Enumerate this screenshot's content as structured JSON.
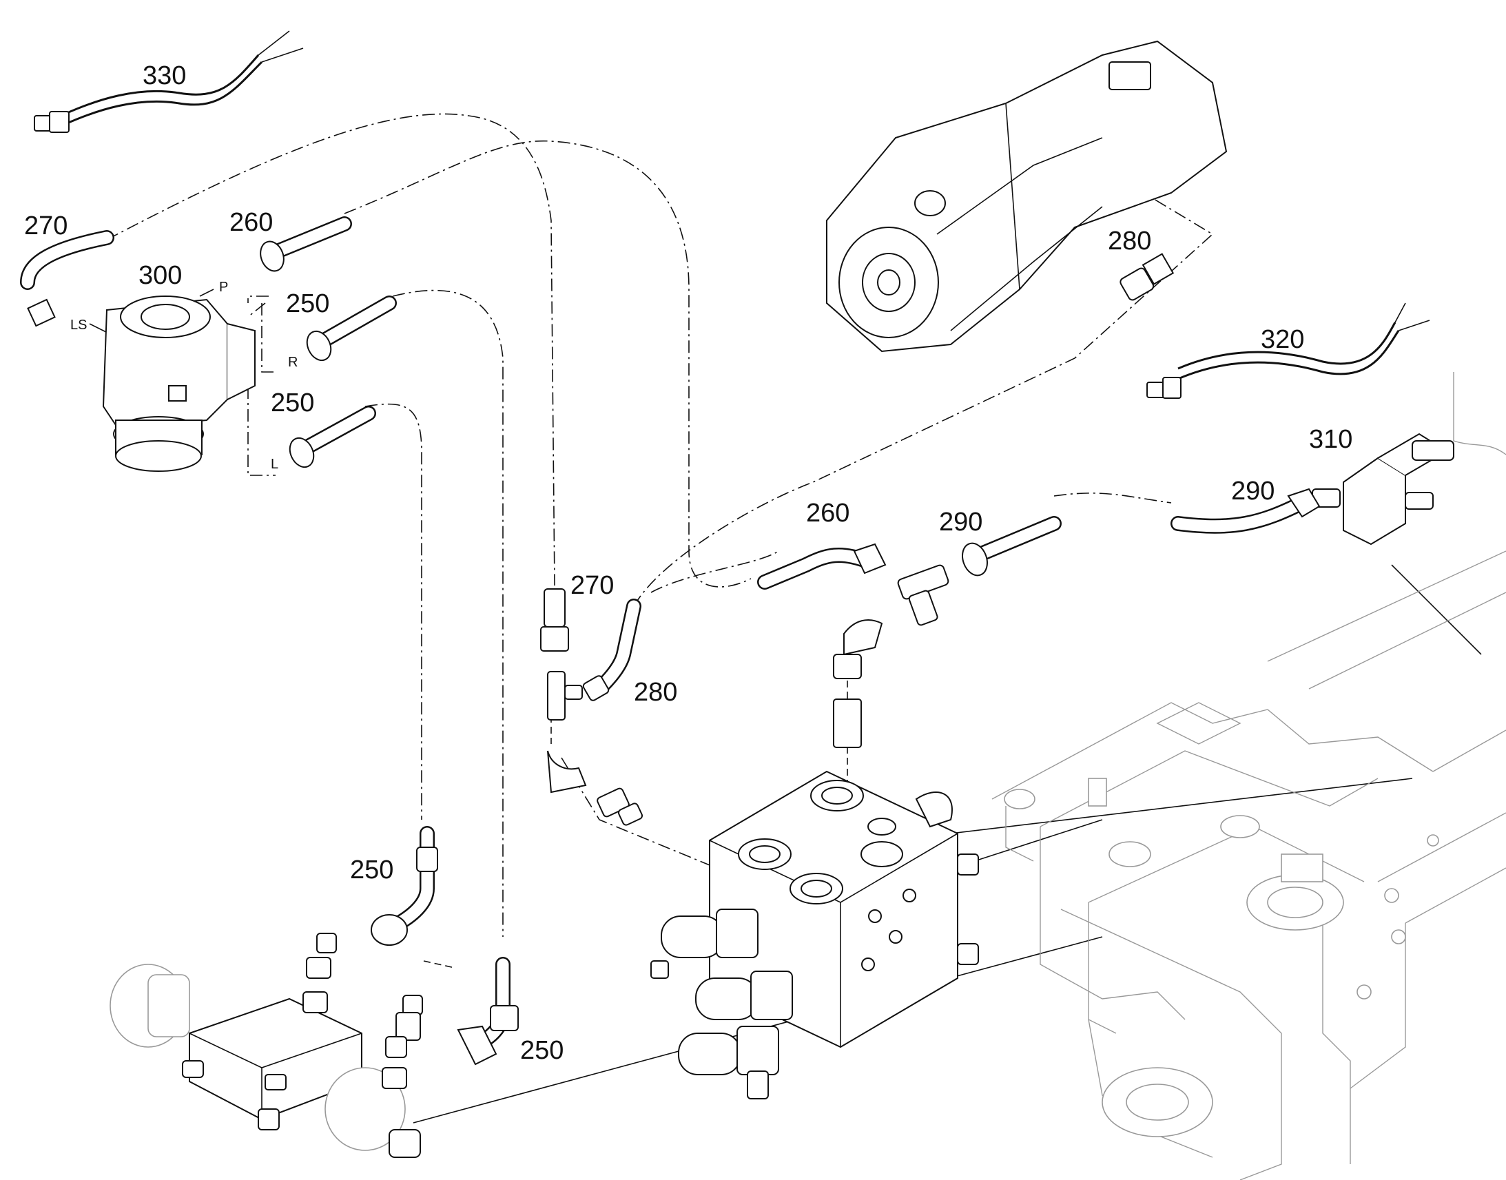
{
  "diagram": {
    "callouts": {
      "c330": "330",
      "c270a": "270",
      "c260a": "260",
      "c300": "300",
      "c250a": "250",
      "c250b": "250",
      "c280a": "280",
      "c320": "320",
      "c310": "310",
      "c290a": "290",
      "c260b": "260",
      "c290b": "290",
      "c270b": "270",
      "c280b": "280",
      "c250c": "250",
      "c250d": "250"
    },
    "ports": {
      "ls": "LS",
      "p": "P",
      "r": "R",
      "l": "L"
    }
  }
}
